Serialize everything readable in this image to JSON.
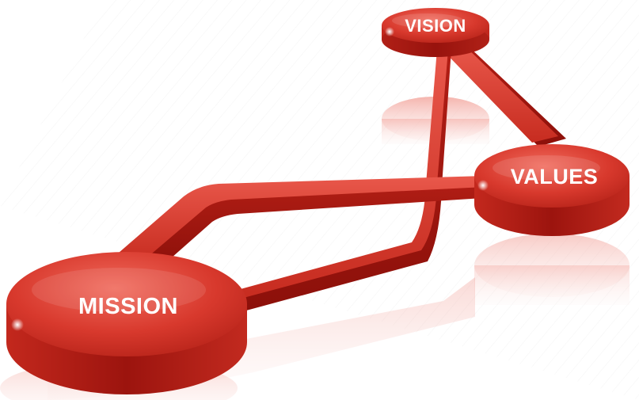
{
  "nodes": {
    "vision": {
      "label": "VISION"
    },
    "values": {
      "label": "VALUES"
    },
    "mission": {
      "label": "MISSION"
    }
  },
  "colors": {
    "disc_top": "#e0453a",
    "disc_side": "#a81812",
    "connector": "#cf2e22",
    "reflection": "#f6c2bc",
    "stripes": "#ececec"
  }
}
